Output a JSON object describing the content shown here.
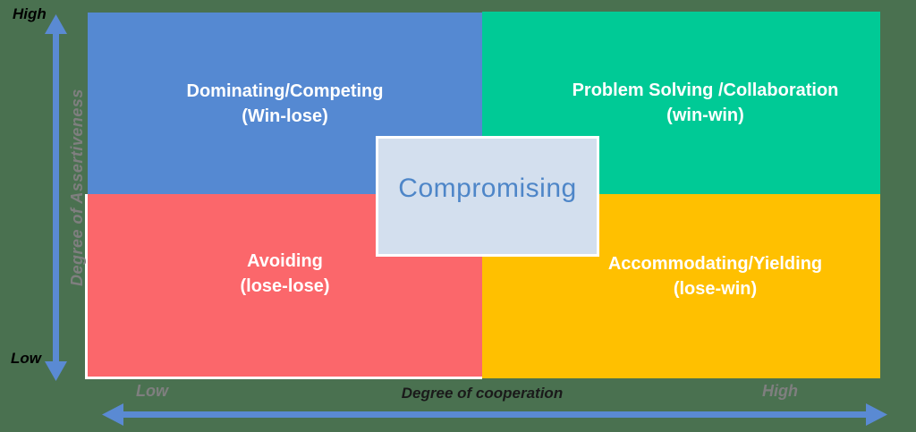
{
  "canvas": {
    "background": "#4a7150",
    "matrix_border": "#ffffff"
  },
  "quadrants": {
    "dominating": {
      "line1": "Dominating/Competing",
      "line2": "(Win-lose)",
      "color": "#5589d2",
      "text_color": "#ffffff"
    },
    "collaborating": {
      "line1": "Problem Solving /Collaboration",
      "line2": "(win-win)",
      "color": "#00ca96",
      "text_color": "#ffffff"
    },
    "avoiding": {
      "line1": "Avoiding",
      "line2": "(lose-lose)",
      "color": "#fb676b",
      "text_color": "#ffffff"
    },
    "accommodating": {
      "line1": "Accommodating/Yielding",
      "line2": "(lose-win)",
      "color": "#ffc000",
      "text_color": "#ffffff"
    }
  },
  "center": {
    "label": "Compromising",
    "fill": "#d3dfee",
    "border_color": "#ffffff",
    "text_color": "#4e86c8"
  },
  "y_axis": {
    "title": "Degree of Assertiveness",
    "high": "High",
    "low": "Low",
    "arrow_color": "#5a8ad3",
    "title_color": "#7f7f7f",
    "end_label_color": "#000000"
  },
  "x_axis": {
    "title": "Degree of cooperation",
    "low": "Low",
    "high": "High",
    "arrow_color": "#5a8ad3",
    "title_color": "#1a1a1a",
    "end_label_color": "#7f7f7f"
  }
}
